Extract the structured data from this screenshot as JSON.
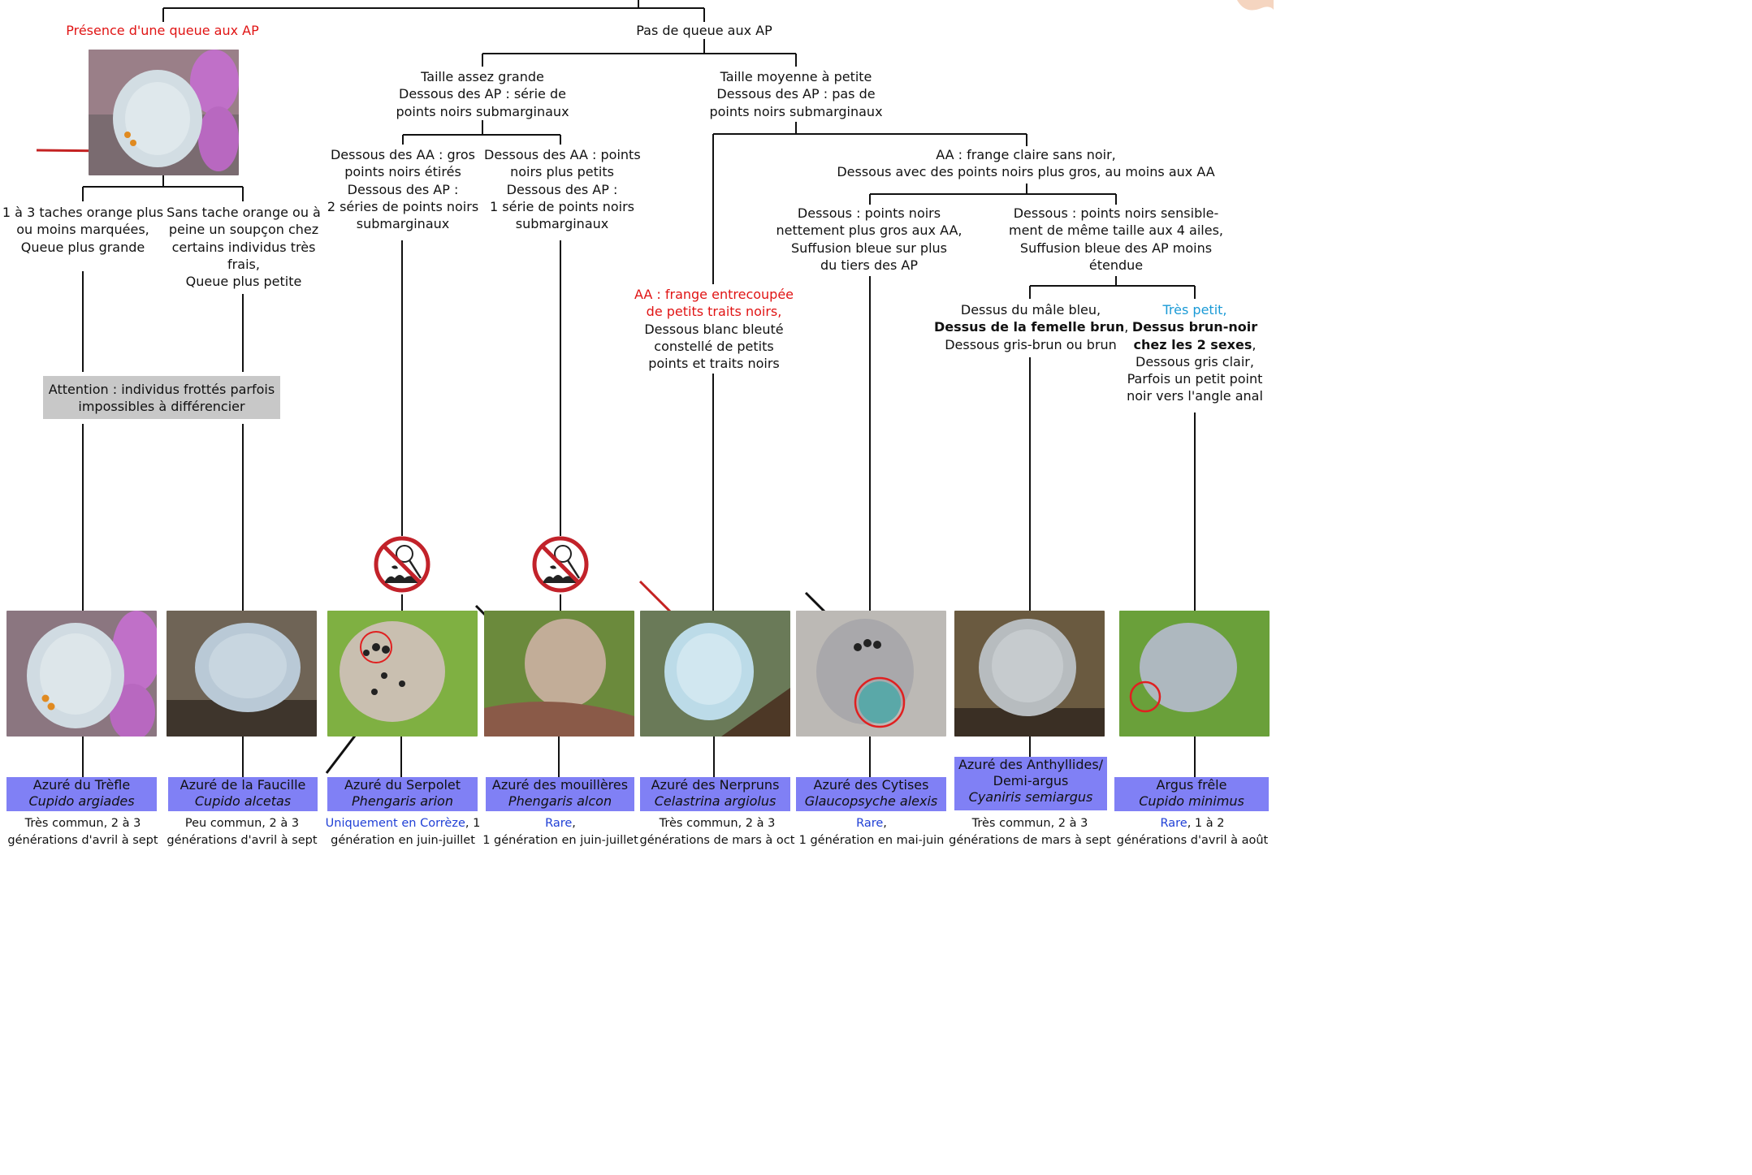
{
  "top_branches": {
    "left_label": "Présence d'une queue aux AP",
    "right_label": "Pas de queue aux AP"
  },
  "tailed": {
    "left": [
      "1 à 3 taches orange plus",
      "ou moins marquées,",
      "Queue plus grande"
    ],
    "right": [
      "Sans tache orange ou à",
      "peine un soupçon chez",
      "certains individus très",
      "frais,",
      "Queue plus petite"
    ],
    "warning": [
      "Attention : individus frottés parfois",
      "impossibles à différencier"
    ]
  },
  "tailless": {
    "large": [
      "Taille assez grande",
      "Dessous des AP : série de",
      "points noirs submarginaux"
    ],
    "medium": [
      "Taille moyenne à petite",
      "Dessous des AP : pas de",
      "points noirs submarginaux"
    ],
    "large_a": [
      "Dessous des AA : gros",
      "points noirs étirés",
      "Dessous des AP :",
      "2 séries de points noirs",
      "submarginaux"
    ],
    "large_b": [
      "Dessous des AA : points",
      "noirs plus petits",
      "Dessous des AP :",
      "1 série de points noirs",
      "submarginaux"
    ],
    "frange_claire": [
      "AA : frange claire sans noir,",
      "Dessous avec des points noirs plus gros, au moins aux AA"
    ],
    "frange_red": [
      "AA : frange entrecoupée",
      "de petits traits noirs,"
    ],
    "frange_black": [
      "Dessous blanc bleuté",
      "constellé de petits",
      "points et traits noirs"
    ],
    "gros_points": [
      "Dessous : points noirs",
      "nettement plus gros aux AA,",
      "Suffusion bleue sur plus",
      "du tiers des AP"
    ],
    "meme_taille": [
      "Dessous : points noirs sensible-",
      "ment de même taille aux 4 ailes,",
      "Suffusion bleue des AP moins",
      "étendue"
    ],
    "male_bleu": {
      "line1": "Dessus du mâle bleu,",
      "line2_bold": "Dessus de la femelle brun",
      "line2_rest": ",",
      "line3": "Dessous gris-brun ou brun"
    },
    "tres_petit": {
      "line1": "Très petit,",
      "bold1": "Dessus brun-noir",
      "bold2": "chez les 2 sexes",
      "bold2_rest": ",",
      "line4": "Dessous gris clair,",
      "line5": "Parfois un petit point",
      "line6": "noir vers l'angle anal"
    }
  },
  "species": [
    {
      "name": "Azuré du Trèfle",
      "sci": "Cupido argiades",
      "status": "",
      "status_rest": "Très commun, 2 à 3",
      "line2": "générations d'avril à sept"
    },
    {
      "name": "Azuré de la Faucille",
      "sci": "Cupido alcetas",
      "status": "",
      "status_rest": "Peu commun, 2 à 3",
      "line2": "générations d'avril à sept"
    },
    {
      "name": "Azuré du Serpolet",
      "sci": "Phengaris arion",
      "status": "Uniquement en Corrèze",
      "status_rest": ", 1",
      "line2": "génération en juin-juillet"
    },
    {
      "name": "Azuré des mouillères",
      "sci": "Phengaris alcon",
      "status": "Rare",
      "status_rest": ",",
      "line2": "1 génération en juin-juillet"
    },
    {
      "name": "Azuré des Nerpruns",
      "sci": "Celastrina argiolus",
      "status": "",
      "status_rest": "Très commun, 2 à 3",
      "line2": "générations de mars à oct"
    },
    {
      "name": "Azuré des Cytises",
      "sci": "Glaucopsyche alexis",
      "status": "Rare",
      "status_rest": ",",
      "line2": "1 génération en mai-juin"
    },
    {
      "name": "Azuré des Anthyllides/",
      "name2": "Demi-argus",
      "sci": "Cyaniris semiargus",
      "status": "",
      "status_rest": "Très commun, 2 à 3",
      "line2": "générations de mars à sept"
    },
    {
      "name": "Argus frêle",
      "sci": "Cupido minimus",
      "status": "Rare",
      "status_rest": ", 1 à 2",
      "line2": "générations d'avril à août"
    }
  ],
  "colors": {
    "accent_red": "#e01414",
    "accent_blue": "#1f3fd6",
    "accent_cyan": "#1a9ad6",
    "name_box": "#8080f5",
    "warning_box": "#c8c8c8"
  },
  "icons": [
    "no-net-icon",
    "no-net-icon"
  ]
}
